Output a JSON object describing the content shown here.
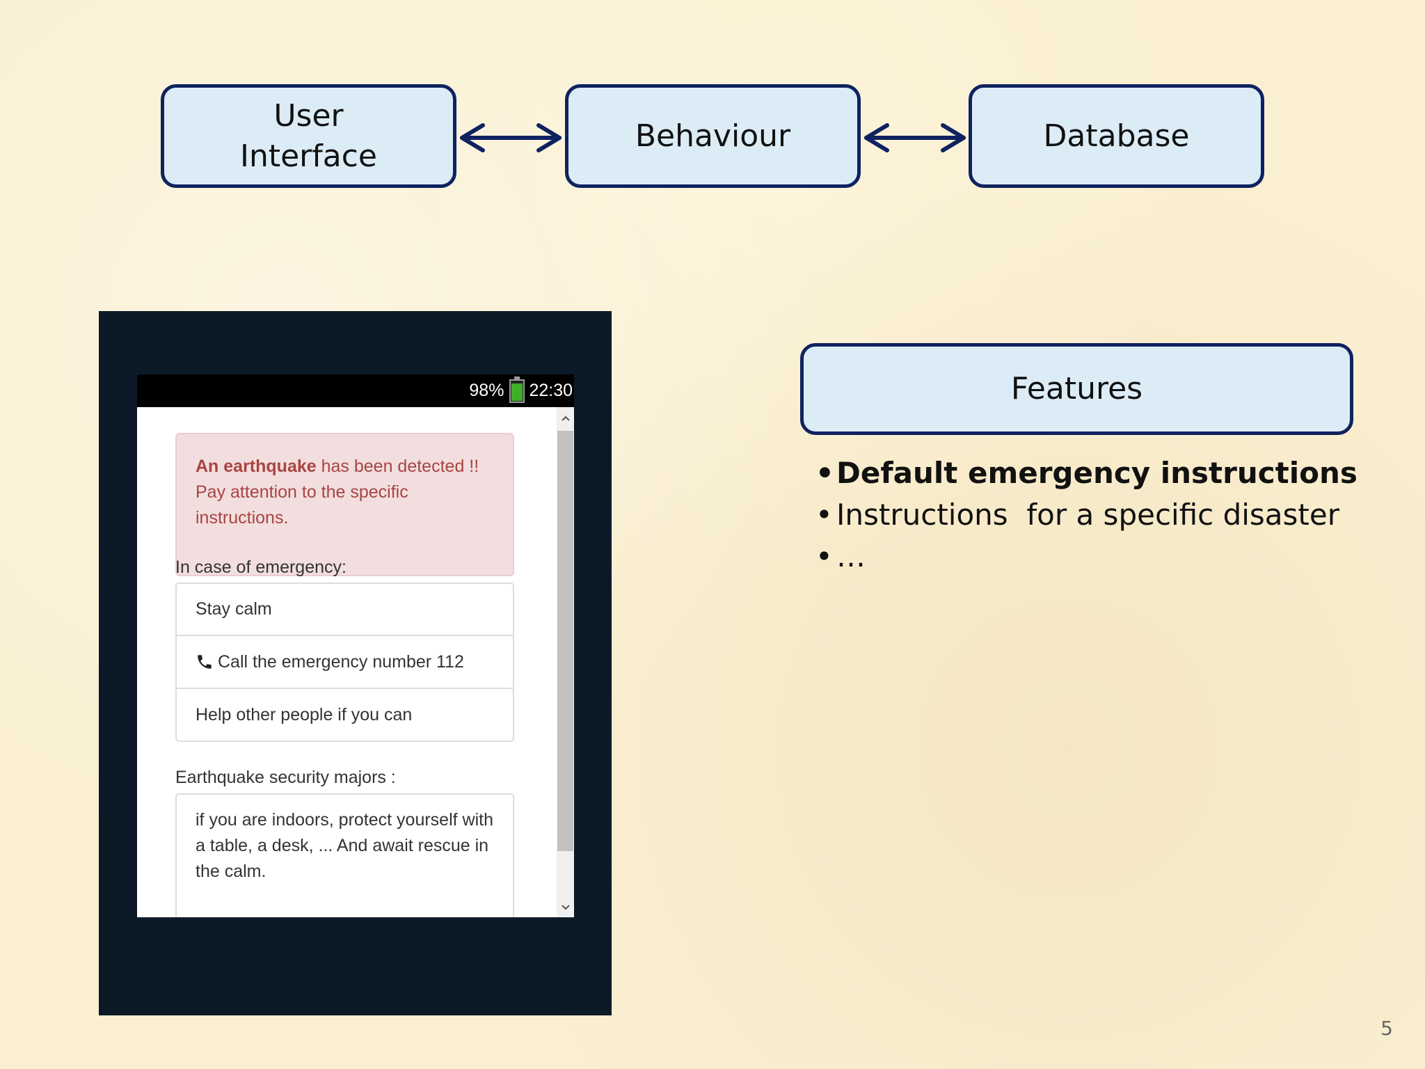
{
  "diagram": {
    "boxes": {
      "user_interface": "User\nInterface",
      "behaviour": "Behaviour",
      "database": "Database"
    },
    "features_title": "Features"
  },
  "bullets": [
    "Default emergency instructions",
    "Instructions  for a specific disaster",
    "…"
  ],
  "page_number": "5",
  "phone": {
    "status": {
      "battery_percent": "98%",
      "time": "22:30"
    },
    "alert": {
      "bold": "An earthquake",
      "rest": " has been detected !!",
      "line2": "Pay attention to the specific instructions."
    },
    "emergency": {
      "heading": "In case of emergency:",
      "items": [
        "Stay calm",
        "Call the emergency number 112",
        "Help other people if you can"
      ]
    },
    "earthquake": {
      "heading": "Earthquake security majors :",
      "items": [
        "if you are indoors, protect yourself with a table, a desk, ... And await rescue in the calm."
      ]
    }
  },
  "colors": {
    "box_fill": "#dcecf7",
    "box_border": "#0f2260",
    "alert_bg": "#f2dede",
    "alert_text": "#a94442"
  },
  "icons": [
    "double-arrow-icon",
    "battery-icon",
    "phone-icon",
    "scroll-up-icon",
    "scroll-down-icon"
  ]
}
